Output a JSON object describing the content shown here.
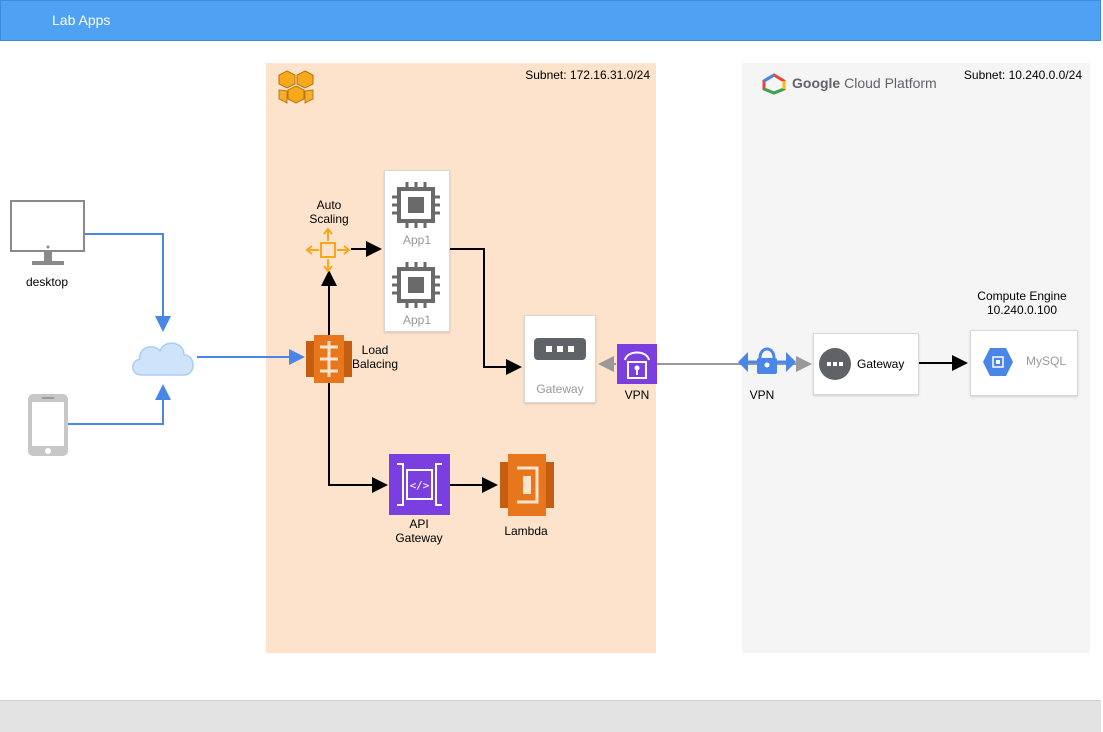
{
  "header": {
    "title": "Lab Apps"
  },
  "aws": {
    "subnet": "Subnet: 172.16.31.0/24"
  },
  "gcp": {
    "brand_bold": "Google",
    "brand_rest": " Cloud Platform",
    "subnet": "Subnet: 10.240.0.0/24"
  },
  "clients": {
    "desktop": "desktop"
  },
  "nodes": {
    "auto_scaling": "Auto\nScaling",
    "app1_a": "App1",
    "app1_b": "App1",
    "load_balancing": "Load\nBalacing",
    "gateway_aws": "Gateway",
    "vpn_aws": "VPN",
    "api_gateway": "API\nGateway",
    "lambda": "Lambda",
    "vpn_gcp": "VPN",
    "gateway_gcp": "Gateway",
    "compute_engine": "Compute Engine\n10.240.0.100",
    "mysql": "MySQL"
  },
  "colors": {
    "header": "#4ea1f3",
    "aws_zone": "#fde3cc",
    "gcp_zone": "#f5f5f5",
    "blue_link": "#4a86e8",
    "aws_orange": "#e8761c",
    "aws_purple": "#7b3fe0",
    "gcp_blue": "#4a86e8"
  }
}
